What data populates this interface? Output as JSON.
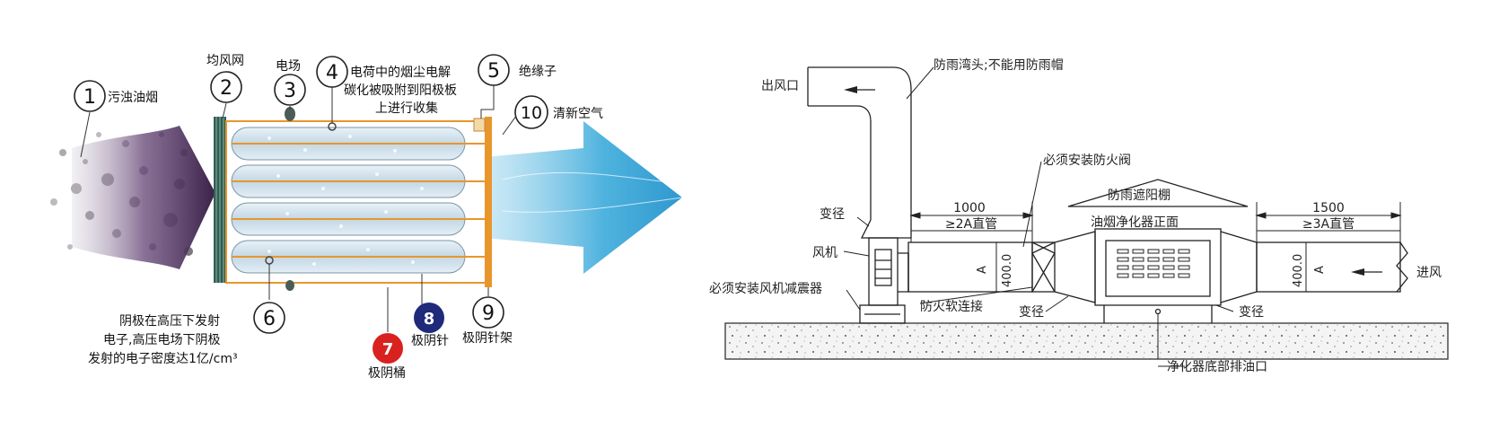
{
  "left_diagram": {
    "callouts": [
      {
        "number": "1",
        "label": "污浊油烟"
      },
      {
        "number": "2",
        "label": "均风网"
      },
      {
        "number": "3",
        "label": "电场"
      },
      {
        "number": "4",
        "label_lines": [
          "电荷中的烟尘电解",
          "碳化被吸附到阳极板",
          "上进行收集"
        ]
      },
      {
        "number": "5",
        "label": "绝缘子"
      },
      {
        "number": "6",
        "label_lines": [
          "阴极在高压下发射",
          "电子,高压电场下阴极",
          "发射的电子密度达1亿/cm³"
        ]
      },
      {
        "number": "7",
        "label": "极阴桶",
        "color": "#d9221f"
      },
      {
        "number": "8",
        "label": "极阴针",
        "color": "#1f2a7a"
      },
      {
        "number": "9",
        "label": "极阴针架"
      },
      {
        "number": "10",
        "label": "清新空气"
      }
    ],
    "colors": {
      "smoke": "#4a2f5e",
      "clean_air": "#3fa6d8",
      "frame": "#e8962b",
      "mesh": "#2f6e5e"
    }
  },
  "right_diagram": {
    "labels": {
      "outlet": "出风口",
      "rain_elbow": "防雨湾头;不能用防雨帽",
      "fire_valve": "必须安装防火阀",
      "sunshade": "防雨遮阳棚",
      "reducer_top": "变径",
      "fan": "风机",
      "fan_damper": "必须安装风机减震器",
      "fire_soft_joint": "防火软连接",
      "reducer_mid": "变径",
      "purifier_front": "油烟净化器正面",
      "reducer_right": "变径",
      "inlet": "进风",
      "drain": "净化器底部排油口"
    },
    "dimensions": {
      "left_length": "1000",
      "left_pipe": "≥2A直管",
      "right_length": "1500",
      "right_pipe": "≥3A直管",
      "height_left": "400.0",
      "height_right": "400.0",
      "a_left": "A",
      "a_right": "A"
    }
  }
}
